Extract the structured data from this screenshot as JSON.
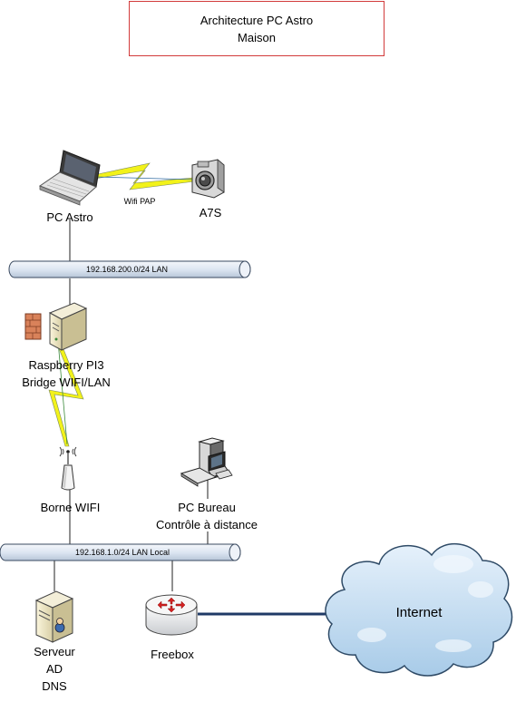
{
  "title": {
    "line1": "Architecture PC Astro",
    "line2": "Maison"
  },
  "nodes": {
    "pc_astro": "PC Astro",
    "a7s": "A7S",
    "wifi_pap": "Wifi PAP",
    "lan_200": "192.168.200.0/24  LAN",
    "raspberry_line1": "Raspberry PI3",
    "raspberry_line2": "Bridge WIFI/LAN",
    "borne_wifi": "Borne WIFI",
    "pc_bureau_line1": "PC Bureau",
    "pc_bureau_line2": "Contrôle à distance",
    "lan_local": "192.168.1.0/24  LAN Local",
    "serveur_line1": "Serveur",
    "serveur_line2": "AD",
    "serveur_line3": "DNS",
    "freebox": "Freebox",
    "internet": "Internet"
  },
  "colors": {
    "title_border": "#d23b3b",
    "lightning": "#f2f21a",
    "bus_fill": "#dde6f2",
    "cloud": "#b9d6ee",
    "router_red": "#d42020",
    "wan_link": "#1f3a66"
  }
}
